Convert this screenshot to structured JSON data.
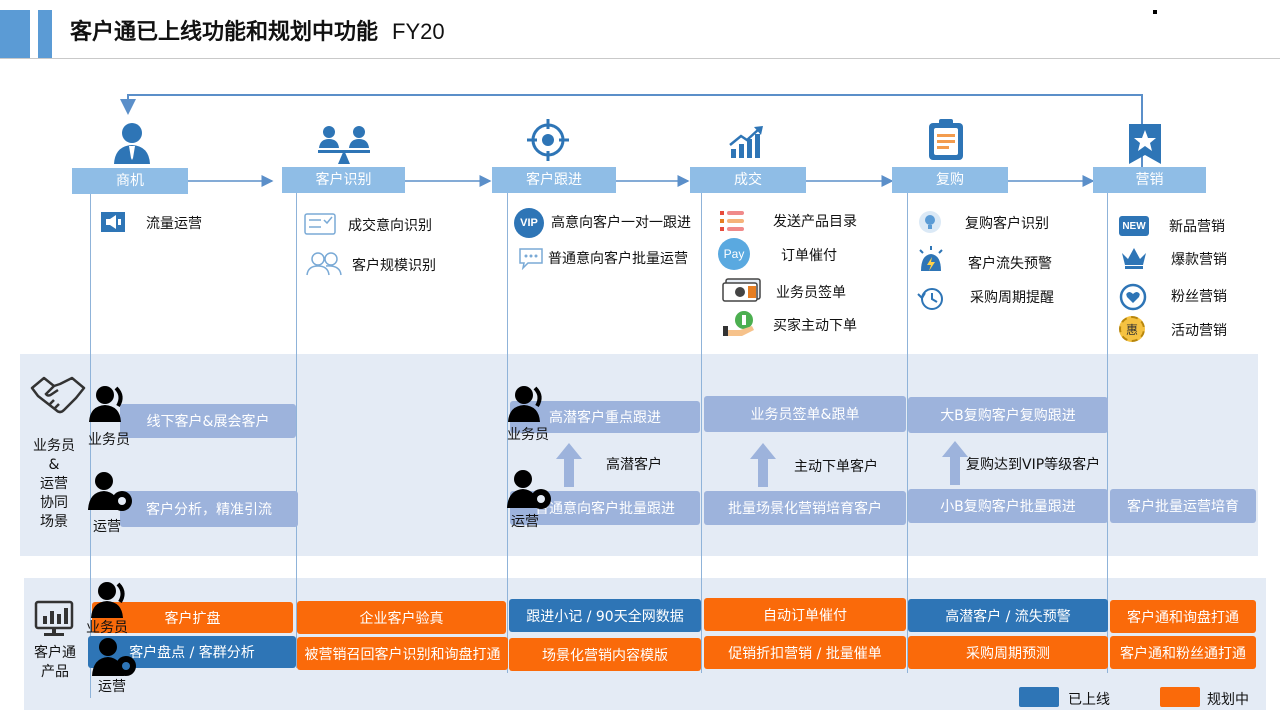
{
  "title": "客户通已上线功能和规划中功能",
  "title_suffix": "FY20",
  "colors": {
    "online": "#2e75b6",
    "planned": "#fa6a0a",
    "stage": "#8fbde6",
    "band": "#e4ebf5",
    "collab": "#9db3dc"
  },
  "stages": [
    "商机",
    "客户识别",
    "客户跟进",
    "成交",
    "复购",
    "营销"
  ],
  "features": {
    "shangji": [
      "流量运营"
    ],
    "shibie": [
      "成交意向识别",
      "客户规模识别"
    ],
    "genjin": [
      "高意向客户一对一跟进",
      "普通意向客户批量运营"
    ],
    "chengjiao": [
      "发送产品目录",
      "订单催付",
      "业务员签单",
      "买家主动下单"
    ],
    "fugou": [
      "复购客户识别",
      "客户流失预警",
      "采购周期提醒"
    ],
    "yingxiao": [
      "新品营销",
      "爆款营销",
      "粉丝营销",
      "活动营销"
    ]
  },
  "icon_texts": {
    "vip": "VIP",
    "pay": "Pay",
    "new": "NEW",
    "hui": "惠"
  },
  "collab": {
    "side_label": [
      "业务员",
      "&",
      "运营",
      "协同",
      "场景"
    ],
    "role_salesman": "业务员",
    "role_ops": "运营",
    "c1_top": "线下客户&展会客户",
    "c1_bottom": "客户分析，精准引流",
    "c3_top": "高潜客户重点跟进",
    "c3_mid": "高潜客户",
    "c3_bottom": "普通意向客户批量跟进",
    "c4_top": "业务员签单&跟单",
    "c4_mid": "主动下单客户",
    "c4_bottom": "批量场景化营销培育客户",
    "c5_top": "大B复购客户复购跟进",
    "c5_mid": "复购达到VIP等级客户",
    "c5_bottom": "小B复购客户批量跟进",
    "c6_bottom": "客户批量运营培育"
  },
  "product": {
    "side_label": [
      "客户通",
      "产品"
    ],
    "role_salesman": "业务员",
    "role_ops": "运营",
    "items": [
      {
        "text": "客户扩盘",
        "status": "planned"
      },
      {
        "text": "客户盘点 / 客群分析",
        "status": "online"
      },
      {
        "text": "企业客户验真",
        "status": "planned"
      },
      {
        "text": "被营销召回客户识别和询盘打通",
        "status": "planned"
      },
      {
        "text": "跟进小记 / 90天全网数据",
        "status": "online"
      },
      {
        "text": "场景化营销内容模版",
        "status": "planned"
      },
      {
        "text": "自动订单催付",
        "status": "planned"
      },
      {
        "text": "促销折扣营销 / 批量催单",
        "status": "planned"
      },
      {
        "text": "高潜客户 / 流失预警",
        "status": "online"
      },
      {
        "text": "采购周期预测",
        "status": "planned"
      },
      {
        "text": "客户通和询盘打通",
        "status": "planned"
      },
      {
        "text": "客户通和粉丝通打通",
        "status": "planned"
      }
    ]
  },
  "legend": {
    "online": "已上线",
    "planned": "规划中"
  }
}
